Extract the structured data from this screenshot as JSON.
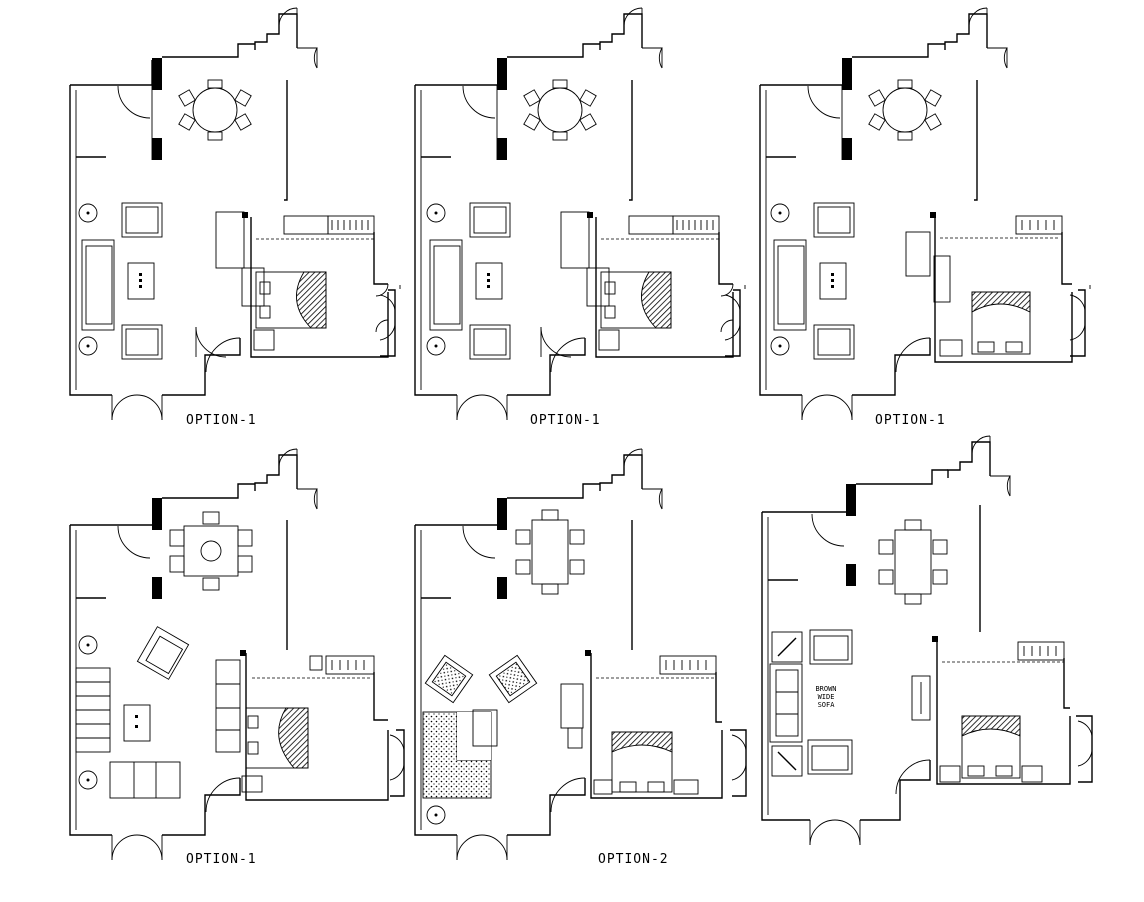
{
  "labels": {
    "p1": "OPTION-1",
    "p2": "OPTION-1",
    "p3": "OPTION-1",
    "p4": "OPTION-1",
    "p5": "OPTION-2"
  },
  "notes": {
    "sofa": "BROWN\nWIDE\nSOFA"
  }
}
